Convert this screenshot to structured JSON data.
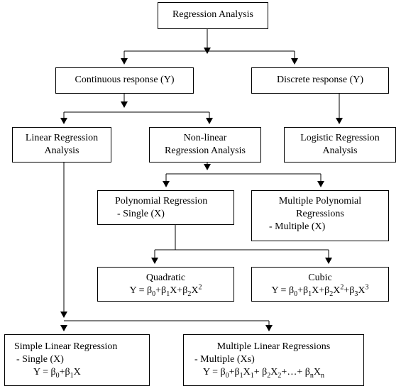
{
  "diagram": {
    "root": {
      "label": "Regression Analysis"
    },
    "continuous": {
      "label": "Continuous response (Y)"
    },
    "discrete": {
      "label": "Discrete response (Y)"
    },
    "linear": {
      "line1": "Linear Regression",
      "line2": "Analysis"
    },
    "nonlinear": {
      "line1": "Non-linear",
      "line2": "Regression Analysis"
    },
    "logistic": {
      "line1": "Logistic Regression",
      "line2": "Analysis"
    },
    "polynomial": {
      "line1": "Polynomial Regression",
      "line2": "- Single (X)"
    },
    "multi_poly": {
      "line1": "Multiple Polynomial",
      "line2": "Regressions",
      "line3": "- Multiple (X)"
    },
    "quadratic": {
      "title": "Quadratic",
      "formula": "Y = β0+β1X+β2X2"
    },
    "cubic": {
      "title": "Cubic",
      "formula": "Y = β0+β1X+β2X2+β3X3"
    },
    "simple_linear": {
      "line1": "Simple Linear Regression",
      "line2": "- Single (X)",
      "formula": "Y = β0+β1X"
    },
    "multiple_linear": {
      "line1": "Multiple Linear Regressions",
      "line2": "- Multiple (Xs)",
      "formula": "Y = β0+β1X1+ β2X2+…+ βnXn"
    }
  }
}
